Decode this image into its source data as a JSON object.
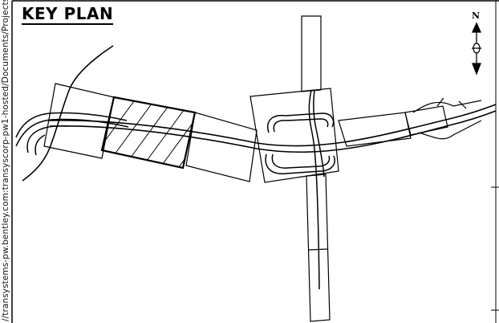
{
  "title": "KEY PLAN",
  "path_text": "//transystems-pw.bentley.com:transyscorp-pw1-hosted/Documents/Projects",
  "north_label": "N",
  "icons": {
    "north_arrow": "north-arrow-icon"
  },
  "colors": {
    "line": "#000000",
    "background": "#ffffff"
  }
}
